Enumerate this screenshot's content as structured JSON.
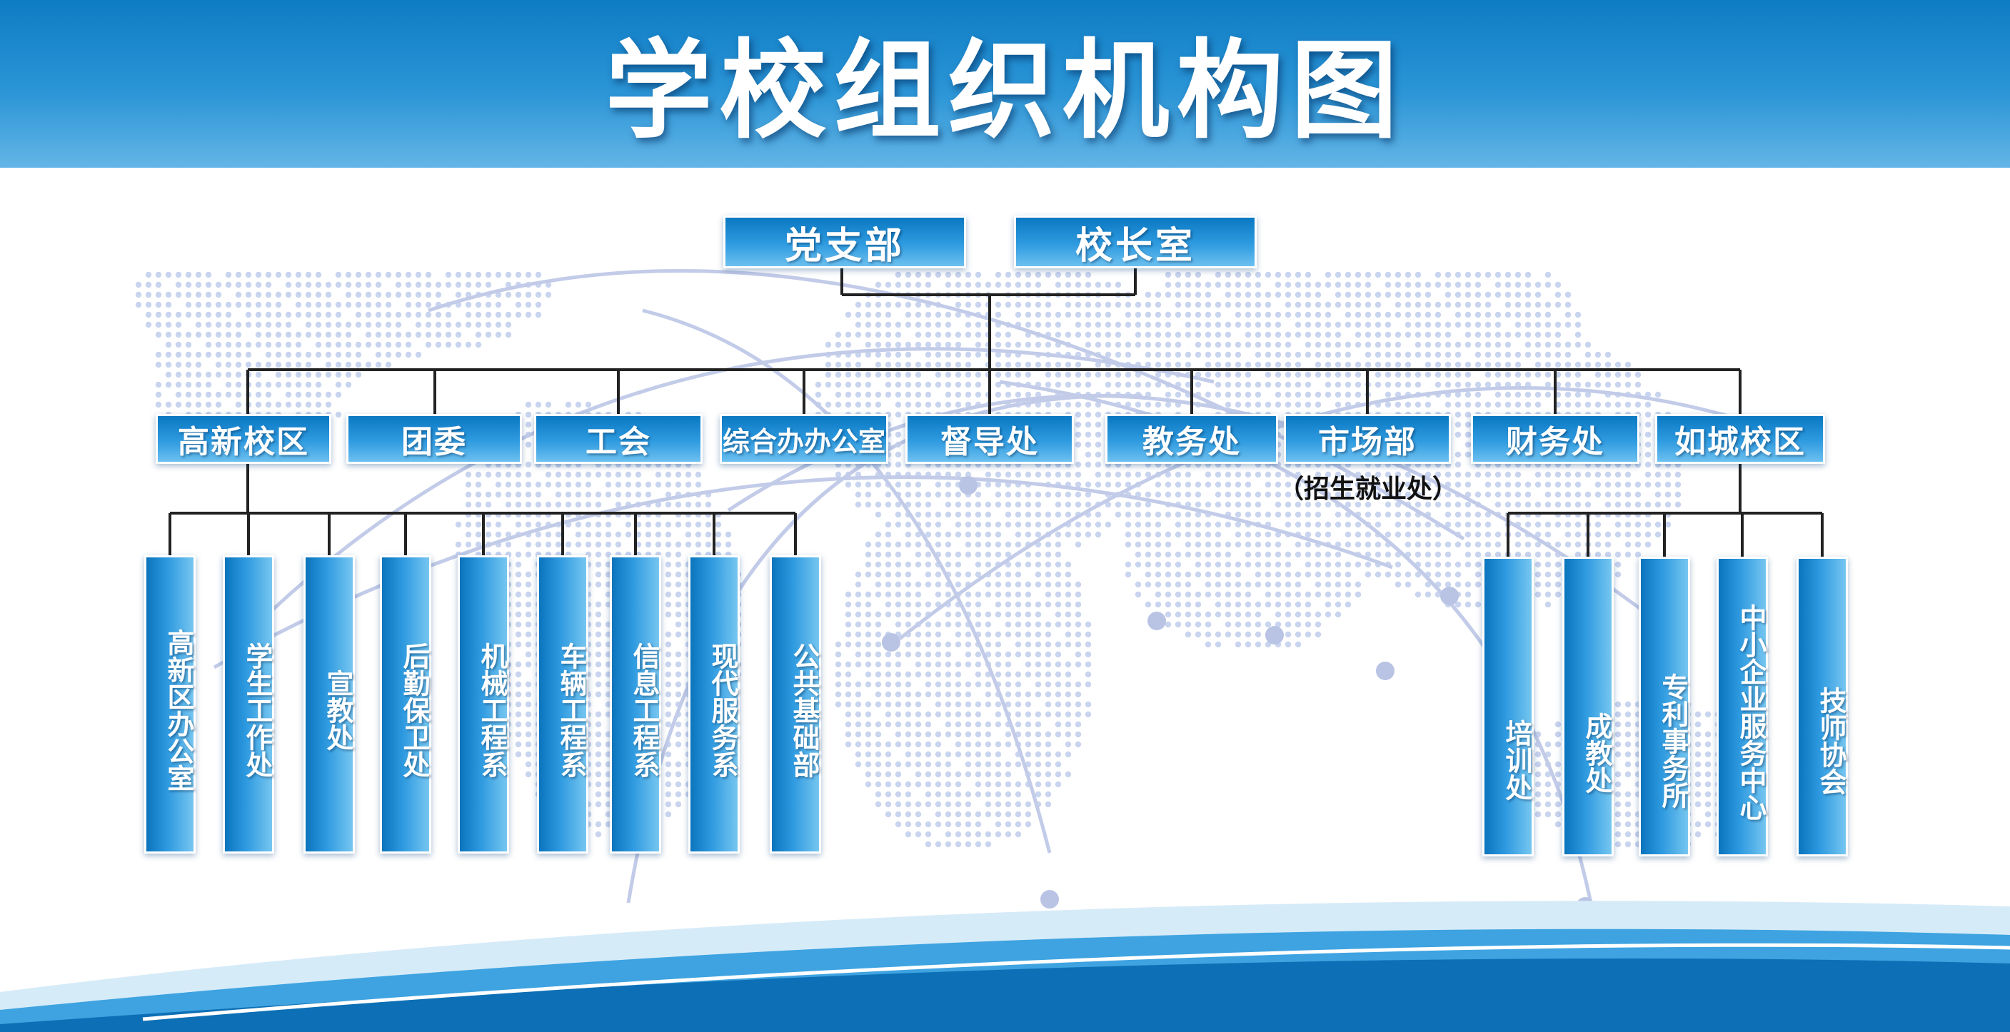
{
  "title": "学校组织机构图",
  "colors": {
    "header": "#1b88cf",
    "box": "#1f8fd8",
    "line": "#222222",
    "map_dots": "#c9d4ee"
  },
  "top": {
    "party": "党支部",
    "principal": "校长室"
  },
  "departments": {
    "gaoxin": "高新校区",
    "tuanwei": "团委",
    "gonghui": "工会",
    "zonghe": "综合办办公室",
    "dudao": "督导处",
    "jiaowu": "教务处",
    "shichang": "市场部",
    "shichang_note": "（招生就业处）",
    "caiwu": "财务处",
    "rucheng": "如城校区"
  },
  "gaoxin_units": [
    "高新区办公室",
    "学生工作处",
    "宣教处",
    "后勤保卫处",
    "机械工程系",
    "车辆工程系",
    "信息工程系",
    "现代服务系",
    "公共基础部"
  ],
  "rucheng_units": [
    "培训处",
    "成教处",
    "专利事务所",
    "中小企业服务中心",
    "技师协会"
  ]
}
